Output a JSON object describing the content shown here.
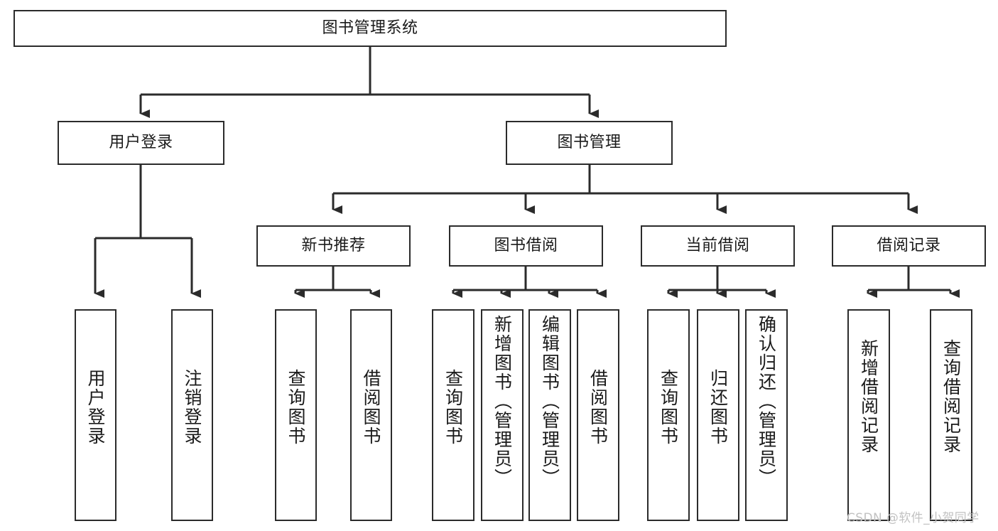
{
  "diagram": {
    "type": "hierarchy-tree",
    "title": "图书管理系统",
    "orientation": "top-down",
    "colors": {
      "box_border": "#2b2b2b",
      "box_fill": "#ffffff",
      "connector": "#2b2b2b",
      "text": "#1a1a1a",
      "watermark": "#c2c2c2",
      "background": "#ffffff"
    }
  },
  "root": {
    "label": "图书管理系统"
  },
  "level2": [
    {
      "label": "用户登录"
    },
    {
      "label": "图书管理"
    }
  ],
  "level3": [
    {
      "label": "新书推荐"
    },
    {
      "label": "图书借阅"
    },
    {
      "label": "当前借阅"
    },
    {
      "label": "借阅记录"
    }
  ],
  "leaves": {
    "user_login": [
      {
        "label": "用户登录"
      },
      {
        "label": "注销登录"
      }
    ],
    "new_book_recommend": [
      {
        "label": "查询图书"
      },
      {
        "label": "借阅图书"
      }
    ],
    "book_borrow": [
      {
        "label": "查询图书"
      },
      {
        "label": "新增图书（管理员）"
      },
      {
        "label": "编辑图书（管理员）"
      },
      {
        "label": "借阅图书"
      }
    ],
    "current_borrow": [
      {
        "label": "查询图书"
      },
      {
        "label": "归还图书"
      },
      {
        "label": "确认归还（管理员）"
      }
    ],
    "borrow_records": [
      {
        "label": "新增借阅记录"
      },
      {
        "label": "查询借阅记录"
      }
    ]
  },
  "watermark": {
    "text": "CSDN @软件_小贺同学"
  }
}
